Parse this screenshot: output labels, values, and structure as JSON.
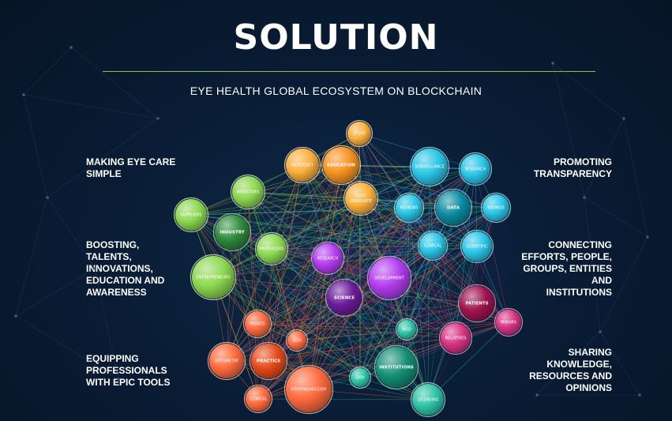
{
  "header": {
    "title": "SOLUTION",
    "subtitle": "EYE HEALTH GLOBAL ECOSYSTEM ON BLOCKCHAIN"
  },
  "captions": {
    "left": [
      "MAKING EYE CARE\nSIMPLE",
      "BOOSTING,\nTALENTS,\nINNOVATIONS,\nEDUCATION AND\nAWARENESS",
      "EQUIPPING\nPROFESSIONALS\nWITH EPIC TOOLS"
    ],
    "right": [
      "PROMOTING\nTRANSPARENCY",
      "CONNECTING\nEFFORTS, PEOPLE,\nGROUPS, ENTITIES\nAND\nINSTITUTIONS",
      "SHARING\nKNOWLEDGE,\nRESOURCES AND\nOPINIONS"
    ]
  },
  "colors": {
    "orange": "#f7931e",
    "yellow": "#fbb03b",
    "cyan": "#29c5e6",
    "teal": "#0b8aa0",
    "green": "#8cd850",
    "dark_green": "#2e8b3a",
    "purple": "#b33cf0",
    "dark_purple": "#6a1b9a",
    "magenta": "#d63384",
    "dark_magenta": "#a0134f",
    "red_orange": "#ff6a3d",
    "dark_red": "#e64a19",
    "mint": "#2ec4a6",
    "dark_teal": "#138f76",
    "accent_line": "#8bc34a"
  },
  "network": {
    "nodes": [
      {
        "label": "STUDY",
        "color": "yellow",
        "big": false
      },
      {
        "label": "RESIDENCY",
        "color": "yellow",
        "big": false
      },
      {
        "label": "EDUCATION",
        "color": "orange",
        "big": true
      },
      {
        "label": "POST GRADUATE",
        "color": "yellow",
        "big": false
      },
      {
        "label": "SURVEILLANCE",
        "color": "cyan",
        "big": false
      },
      {
        "label": "RESEARCH",
        "color": "cyan",
        "big": false
      },
      {
        "label": "REVIEWS",
        "color": "cyan",
        "big": false
      },
      {
        "label": "DATA",
        "color": "teal",
        "big": true
      },
      {
        "label": "RATINGS",
        "color": "cyan",
        "big": false
      },
      {
        "label": "CLINICAL",
        "color": "cyan",
        "big": false
      },
      {
        "label": "SCIENTIFIC",
        "color": "cyan",
        "big": false
      },
      {
        "label": "INVESTORS",
        "color": "green",
        "big": false
      },
      {
        "label": "SUPPLIERS",
        "color": "green",
        "big": false
      },
      {
        "label": "INDUSTRY",
        "color": "dark_green",
        "big": true
      },
      {
        "label": "PRODUCERS",
        "color": "green",
        "big": false
      },
      {
        "label": "ENTREPRENEURS",
        "color": "green",
        "big": false
      },
      {
        "label": "RESEARCH",
        "color": "purple",
        "big": false
      },
      {
        "label": "DEVELOPMENT",
        "color": "purple",
        "big": false
      },
      {
        "label": "SCIENCE",
        "color": "dark_purple",
        "big": true
      },
      {
        "label": "PATIENTS",
        "color": "dark_magenta",
        "big": true
      },
      {
        "label": "MINORS",
        "color": "magenta",
        "big": false
      },
      {
        "label": "RELATIVES",
        "color": "magenta",
        "big": false
      },
      {
        "label": "PRIVATE",
        "color": "red_orange",
        "big": false
      },
      {
        "label": "GOV",
        "color": "red_orange",
        "big": false
      },
      {
        "label": "OPTOMETRY",
        "color": "red_orange",
        "big": false
      },
      {
        "label": "PRACTICE",
        "color": "dark_red",
        "big": true
      },
      {
        "label": "CLINICAL",
        "color": "red_orange",
        "big": false
      },
      {
        "label": "OPHTHALMOLOGY",
        "color": "red_orange",
        "big": false
      },
      {
        "label": "NGO",
        "color": "mint",
        "big": false
      },
      {
        "label": "INSTITUTIONS",
        "color": "dark_teal",
        "big": true
      },
      {
        "label": "GOV",
        "color": "mint",
        "big": false
      },
      {
        "label": "LICENSING",
        "color": "mint",
        "big": false
      }
    ]
  }
}
